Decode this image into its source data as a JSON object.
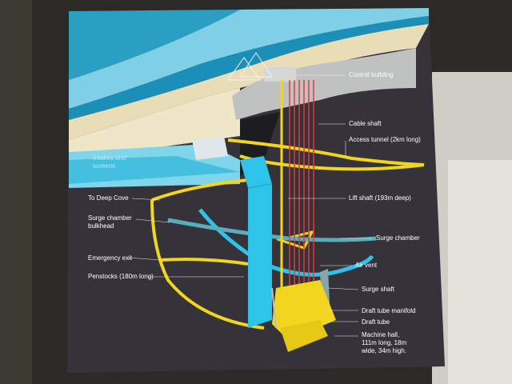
{
  "labels": {
    "control_building": "Control building",
    "cable_shaft": "Cable shaft",
    "access_tunnel": "Access tunnel (2km long)",
    "intakes_line1": "Intakes and",
    "intakes_line2": "screens",
    "to_deep_cove": "To Deep Cove",
    "lift_shaft": "Lift shaft (193m deep)",
    "surge_bulkhead_line1": "Surge chamber",
    "surge_bulkhead_line2": "bulkhead",
    "surge_chamber": "Surge chamber",
    "air_vent": "Air vent",
    "emergency_exit": "Emergency exit",
    "penstocks": "Penstocks (180m long)",
    "surge_shaft": "Surge shaft",
    "draft_tube_manifold": "Draft tube manifold",
    "draft_tube": "Draft tube",
    "machine_hall_line1": "Machine hall,",
    "machine_hall_line2": "111m long, 18m",
    "machine_hall_line3": "wide, 34m high."
  },
  "colors": {
    "panel": "#35323a",
    "tunnel_yellow": "#f2d51e",
    "water_blue": "#2ec4ea",
    "shaft_red": "#d8403a",
    "lake_teal": "#33a9c9",
    "sand": "#e9ddb8",
    "rock_grey": "#bfc2c1"
  }
}
